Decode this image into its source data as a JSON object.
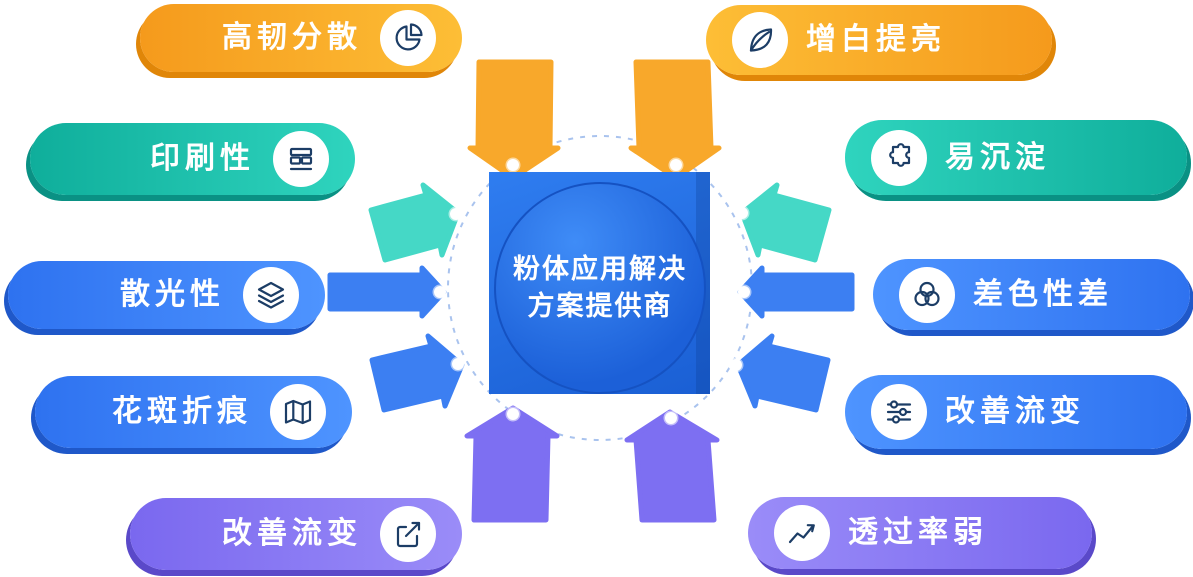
{
  "center": {
    "line1": "粉体应用解决",
    "line2": "方案提供商"
  },
  "left_items": [
    {
      "label": "高韧分散",
      "icon": "pie-chart-icon",
      "color": "#F59A1C"
    },
    {
      "label": "印刷性",
      "icon": "print-blocks-icon",
      "color": "#0FAE9B"
    },
    {
      "label": "散光性",
      "icon": "layers-icon",
      "color": "#2E72F0"
    },
    {
      "label": "花斑折痕",
      "icon": "folded-map-icon",
      "color": "#2E72F0"
    },
    {
      "label": "改善流变",
      "icon": "edit-arrow-icon",
      "color": "#7A68EF"
    }
  ],
  "right_items": [
    {
      "label": "增白提亮",
      "icon": "leaf-icon",
      "color": "#F59A1C"
    },
    {
      "label": "易沉淀",
      "icon": "puzzle-icon",
      "color": "#0FAE9B"
    },
    {
      "label": "差色性差",
      "icon": "overlap-circles-icon",
      "color": "#2E72F0"
    },
    {
      "label": "改善流变",
      "icon": "flow-adjust-icon",
      "color": "#2E72F0"
    },
    {
      "label": "透过率弱",
      "icon": "trend-up-icon",
      "color": "#7A68EF"
    }
  ],
  "colors": {
    "orange": "#F59A1C",
    "teal": "#0FAE9B",
    "blue": "#2E72F0",
    "purple": "#7A68EF",
    "center_blue": "#1E63DC",
    "orbit_dash": "#A9C3EE"
  }
}
